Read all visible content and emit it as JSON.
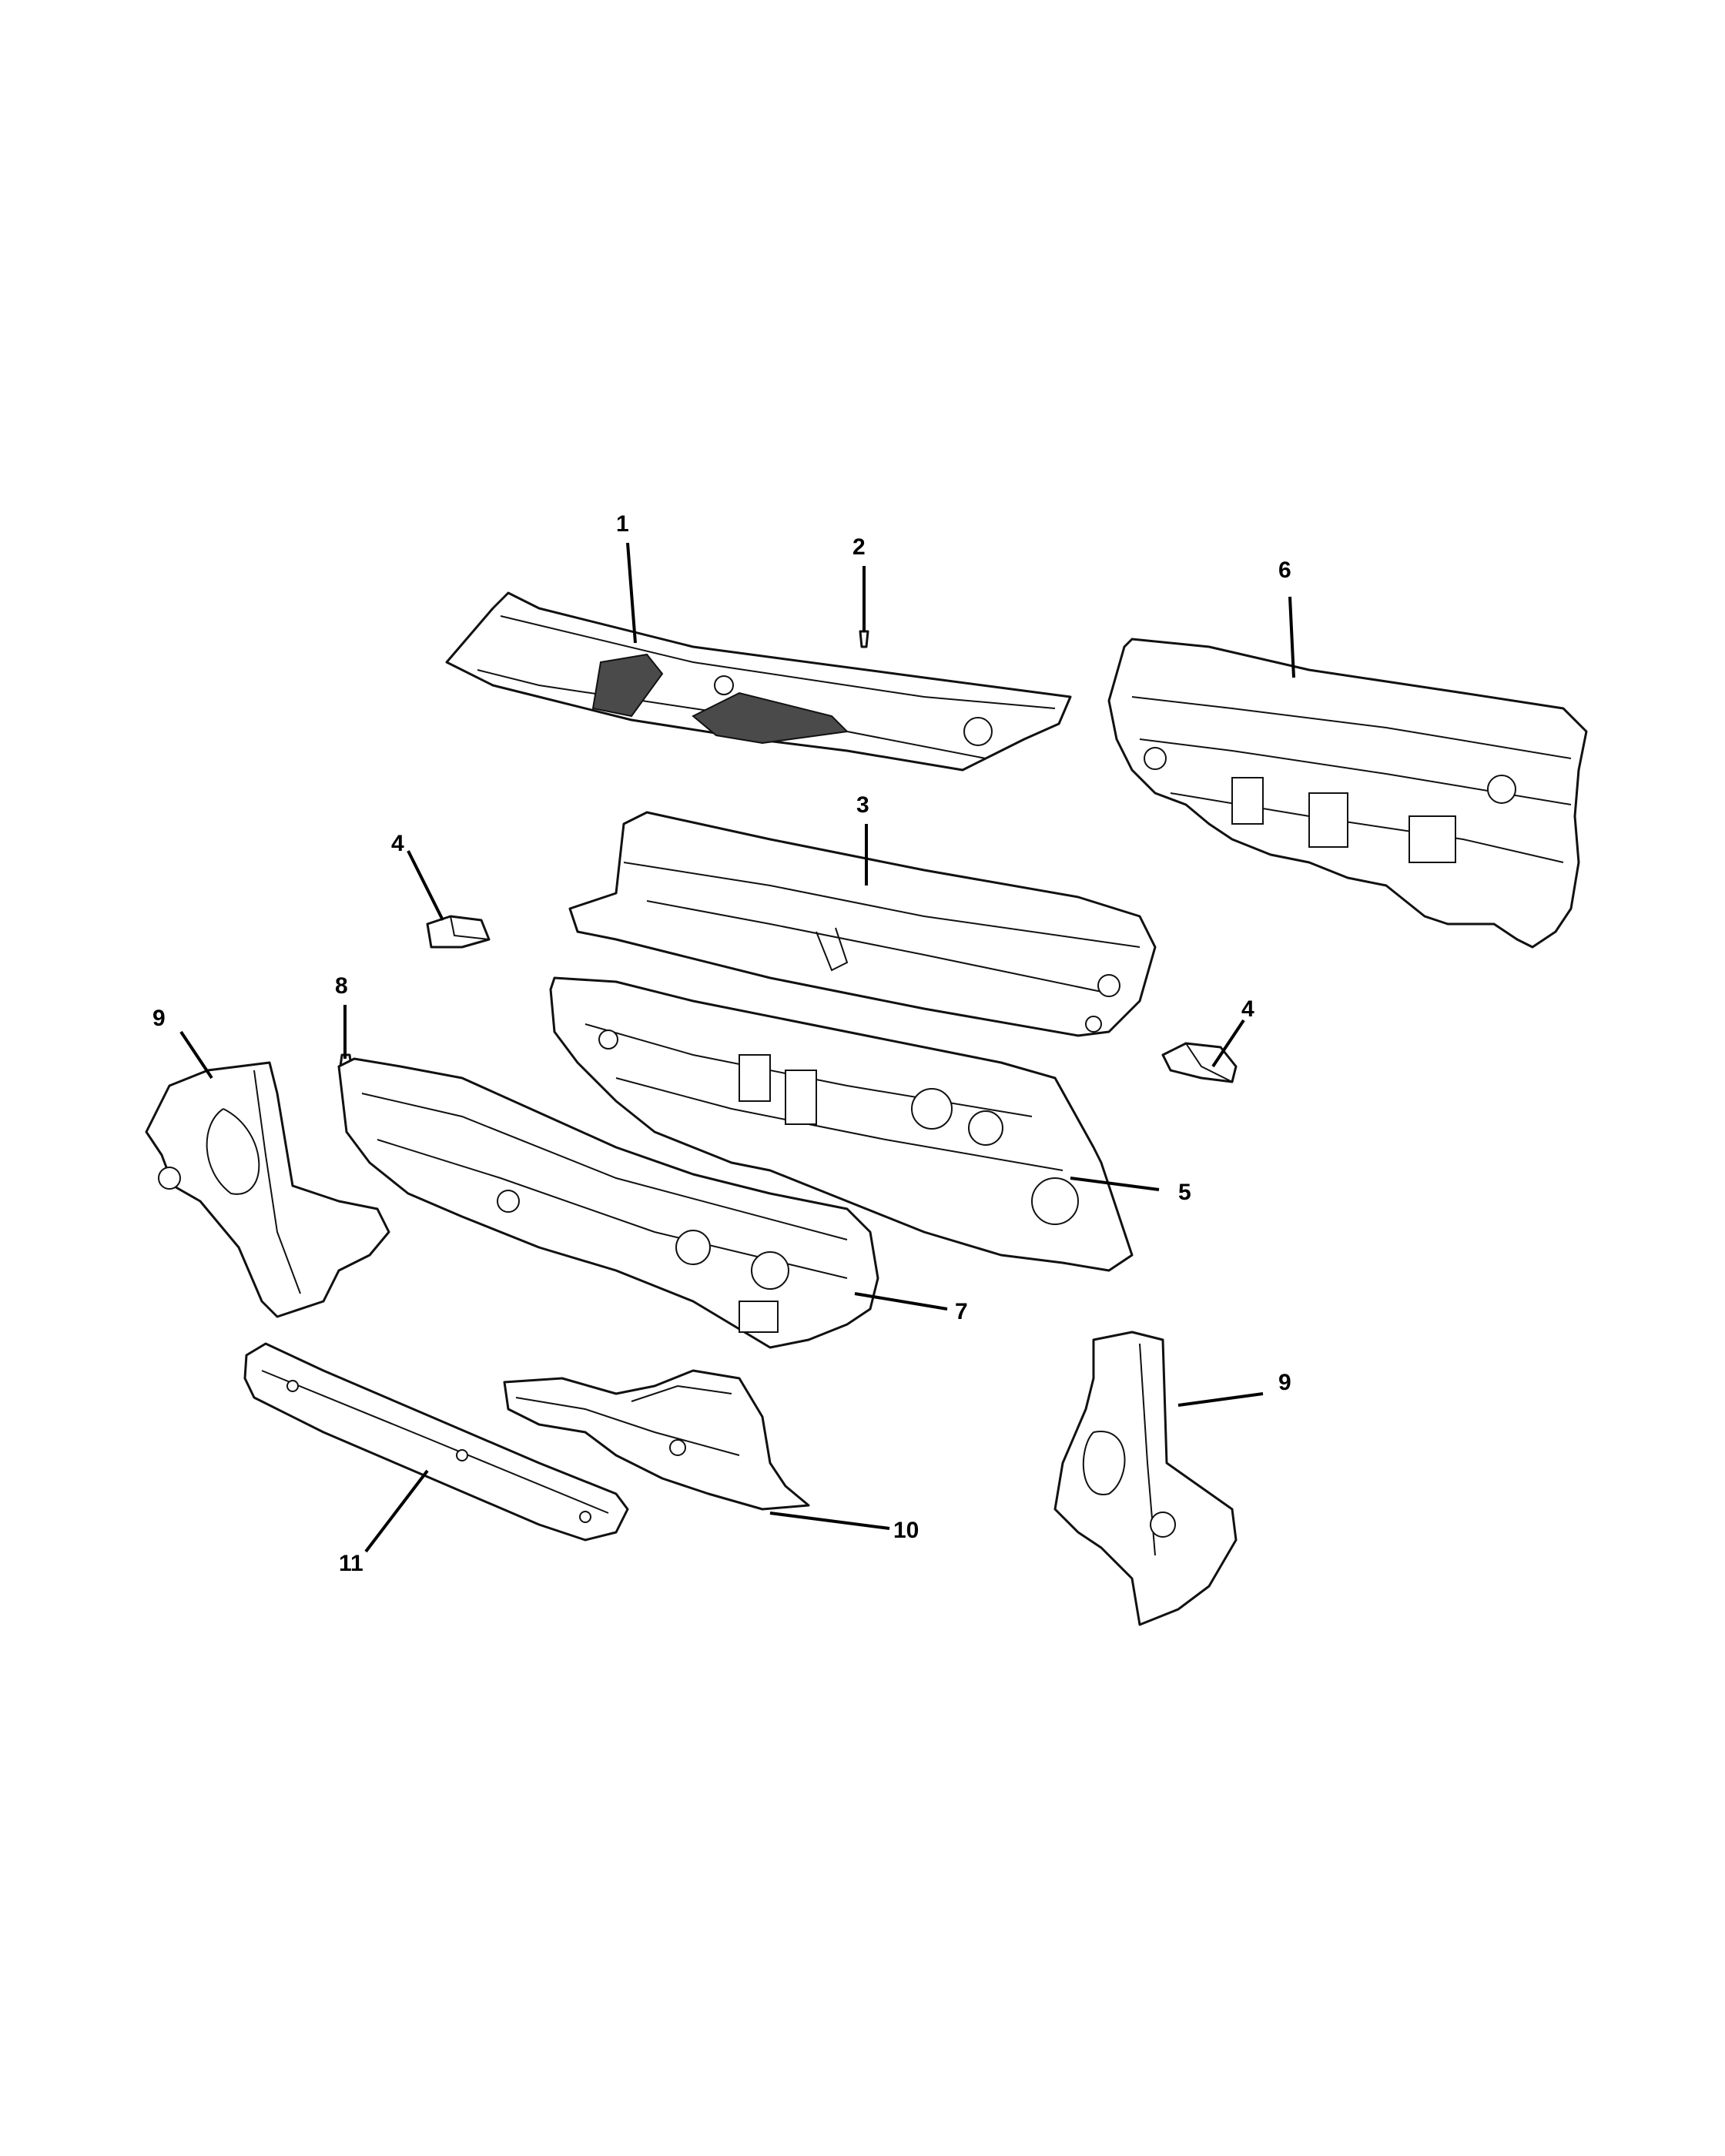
{
  "diagram": {
    "callouts": [
      {
        "id": "c1",
        "label": "1"
      },
      {
        "id": "c2",
        "label": "2"
      },
      {
        "id": "c3",
        "label": "3"
      },
      {
        "id": "c4a",
        "label": "4"
      },
      {
        "id": "c4b",
        "label": "4"
      },
      {
        "id": "c5",
        "label": "5"
      },
      {
        "id": "c6",
        "label": "6"
      },
      {
        "id": "c7",
        "label": "7"
      },
      {
        "id": "c8",
        "label": "8"
      },
      {
        "id": "c9a",
        "label": "9"
      },
      {
        "id": "c9b",
        "label": "9"
      },
      {
        "id": "c10",
        "label": "10"
      },
      {
        "id": "c11",
        "label": "11"
      }
    ]
  }
}
